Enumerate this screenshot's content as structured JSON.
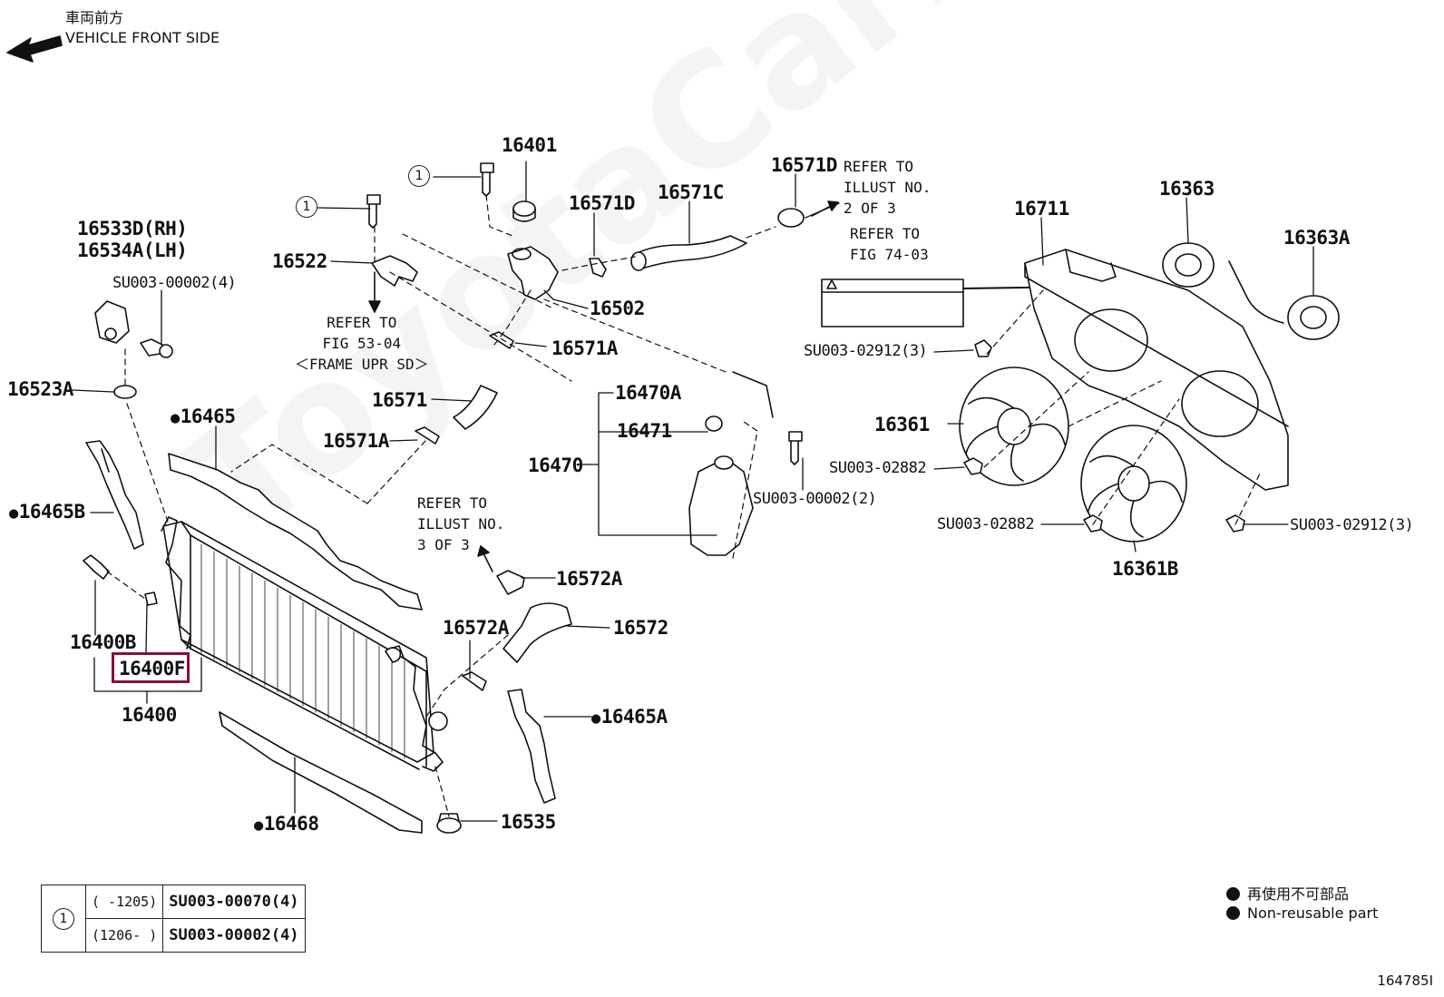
{
  "header": {
    "front_cn": "車両前方",
    "front_en": "VEHICLE FRONT SIDE"
  },
  "watermark": "ToyotaCarMine.ru",
  "parts": {
    "p16401": "16401",
    "p16571D_a": "16571D",
    "p16571C": "16571C",
    "p16571D_b": "16571D",
    "p16711": "16711",
    "p16363": "16363",
    "p16363A": "16363A",
    "p16533D": "16533D(RH)",
    "p16534A": "16534A(LH)",
    "su_00002_4": "SU003-00002(4)",
    "p16522": "16522",
    "p16502": "16502",
    "p16571A_a": "16571A",
    "p16523A": "16523A",
    "p16571": "16571",
    "p16571A_b": "16571A",
    "p16465": "16465",
    "p16470A": "16470A",
    "p16471": "16471",
    "p16470": "16470",
    "su_00002_2": "SU003-00002(2)",
    "su_02912_3a": "SU003-02912(3)",
    "p16361": "16361",
    "su_02882_a": "SU003-02882",
    "su_02882_b": "SU003-02882",
    "su_02912_3b": "SU003-02912(3)",
    "p16361B": "16361B",
    "p16465B": "16465B",
    "p16572A_a": "16572A",
    "p16572A_b": "16572A",
    "p16572": "16572",
    "p16400B": "16400B",
    "p16400F": "16400F",
    "p16400": "16400",
    "p16465A": "16465A",
    "p16468": "16468",
    "p16535": "16535"
  },
  "refs": {
    "ref_illust_2": "REFER TO\nILLUST NO.\n2 OF 3",
    "ref_fig_74": "REFER TO\nFIG 74-03",
    "ref_fig_53": "REFER TO\nFIG 53-04\n＜FRAME UPR SD＞",
    "ref_illust_3": "REFER TO\nILLUST NO.\n3 OF 3"
  },
  "callout_marker": "1",
  "legend_table": {
    "rows": [
      {
        "range": "(      -1205)",
        "code": "SU003-00070(4)"
      },
      {
        "range": "(1206-       )",
        "code": "SU003-00002(4)"
      }
    ]
  },
  "legend_nonreusable": {
    "cn": "再使用不可部品",
    "en": "Non-reusable part"
  },
  "diagram_id": "164785I"
}
